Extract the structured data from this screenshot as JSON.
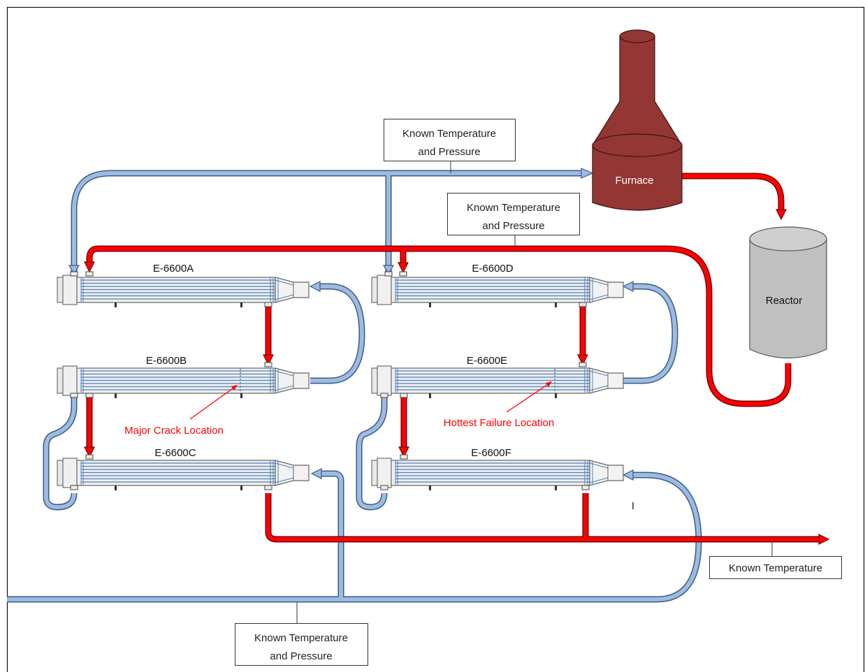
{
  "colors": {
    "hot_line": "#ff0000",
    "hot_line_outline": "#7a0000",
    "cold_line": "#9dbbe0",
    "cold_line_outline": "#3a5a86",
    "furnace": "#943634",
    "reactor": "#c0c0c0",
    "tube": "#4f81bd",
    "annotation_text": "#ff0000"
  },
  "exchangers": [
    {
      "id": "E-6600A"
    },
    {
      "id": "E-6600B"
    },
    {
      "id": "E-6600C"
    },
    {
      "id": "E-6600D"
    },
    {
      "id": "E-6600E"
    },
    {
      "id": "E-6600F"
    }
  ],
  "equipment": {
    "furnace": "Furnace",
    "reactor": "Reactor"
  },
  "callouts": {
    "top_line1": "Known Temperature",
    "top_line2": "and Pressure",
    "mid_line1": "Known Temperature",
    "mid_line2": "and Pressure",
    "bottom_line1": "Known Temperature",
    "bottom_line2": "and Pressure",
    "outlet": "Known Temperature"
  },
  "annotations": {
    "major_crack": "Major Crack Location",
    "hottest_failure": "Hottest Failure Location"
  },
  "stray_text": "I"
}
